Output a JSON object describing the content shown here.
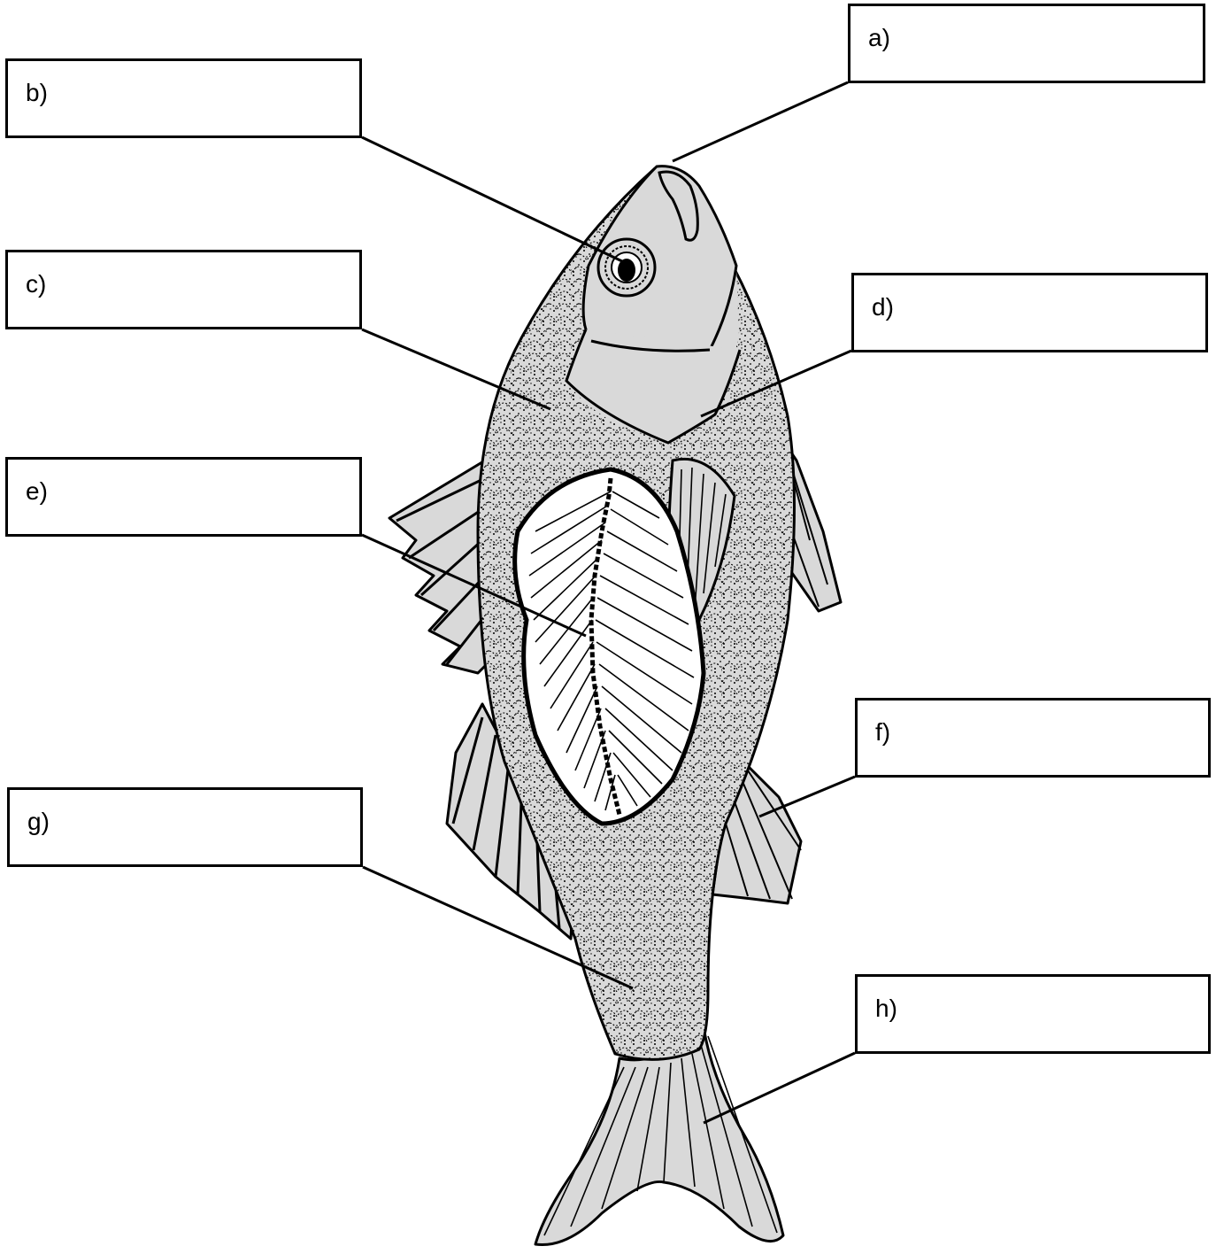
{
  "labels": {
    "a": "a)",
    "b": "b)",
    "c": "c)",
    "d": "d)",
    "e": "e)",
    "f": "f)",
    "g": "g)",
    "h": "h)"
  },
  "colors": {
    "ink": "#000000",
    "fill": "#d9d9d9",
    "background": "#ffffff"
  }
}
